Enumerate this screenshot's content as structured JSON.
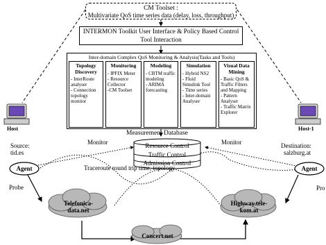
{
  "cm_toolset": {
    "title": "CM Toolset :",
    "subtitle": "Multivariate QoS time series data (delay, loss, throughput)"
  },
  "intermon": {
    "line1": "INTERMON Toolkit User Interface & Policy Based Control",
    "line2": "Tool Interaction"
  },
  "interdomain": {
    "title": "Inter-domain Complex QoS Monitoring & Analysis(Tasks and Tools)",
    "columns": [
      {
        "heading": "Topology Discovery",
        "items": [
          "- InterRoute analyser",
          "- Connection topology monitor"
        ]
      },
      {
        "heading": "Monitoring",
        "items": [
          "- IPFIX Meter",
          "- Resource Collector",
          "-CM Toolset"
        ]
      },
      {
        "heading": "Modeling",
        "items": [
          "- CBTM traffic modeling",
          "- ARIMA forecasting"
        ]
      },
      {
        "heading": "Simulation",
        "items": [
          "- Hybrid NS2",
          "- Fluid Simulink Tool",
          "- Time series",
          "- Inter-domain Analyser"
        ]
      },
      {
        "heading": "Visual Data Mining",
        "items": [
          "- Basic QoS & Traffic Filters and Mapping",
          "- Pattern Analyser",
          "- Traffic Matrix Explorer"
        ]
      }
    ]
  },
  "measurement_db": "Measurement Database",
  "db_stack": [
    "Resource Control",
    "Traffic Control",
    "Admission Control"
  ],
  "hosts": {
    "left": "Host",
    "right": "Host-1"
  },
  "monitor_labels": {
    "left": "Monitor",
    "right": "Monitor"
  },
  "source": {
    "label": "Source:",
    "value": "tid.es"
  },
  "destination": {
    "label": "Destination:",
    "value": "salzburg.at"
  },
  "agents": {
    "left": "Agent",
    "right": "Agent"
  },
  "traceroute": "Traceroute round trip time, topology",
  "probe": {
    "left": "Probe",
    "right": "Pro"
  },
  "clouds": {
    "left": "Telefonica-data.net",
    "center": "Concert.net",
    "right": "Highway.tele-kom.at"
  }
}
